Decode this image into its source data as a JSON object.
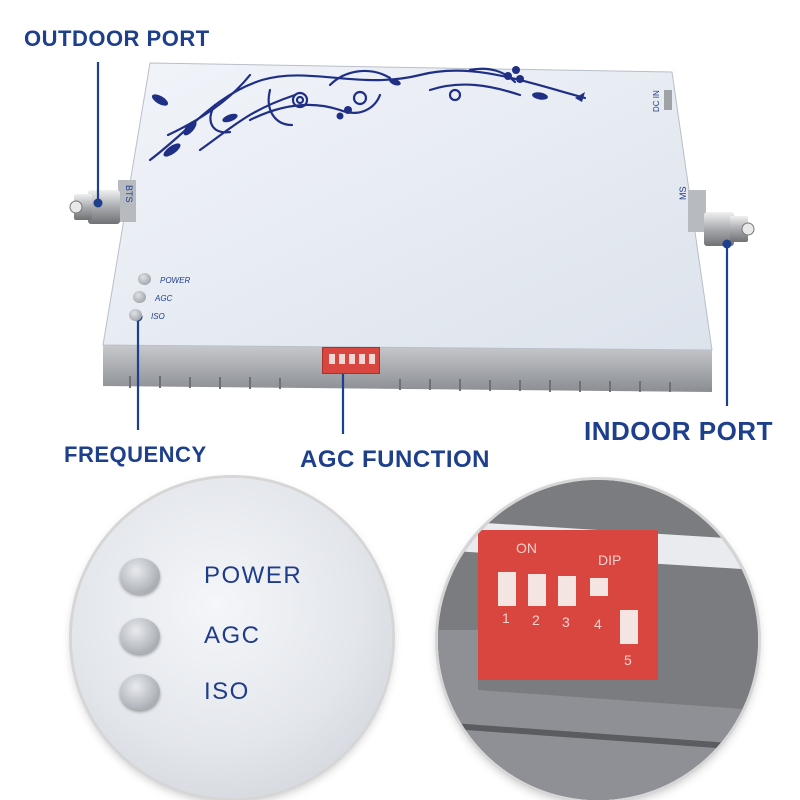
{
  "callouts": {
    "outdoor_port": "OUTDOOR PORT",
    "frequency": "FREQUENCY",
    "agc_function": "AGC FUNCTION",
    "indoor_port": "INDOOR PORT"
  },
  "device": {
    "port_left": "BTS",
    "port_right": "MS",
    "dc_in": "DC IN",
    "leds": [
      "POWER",
      "AGC",
      "ISO"
    ]
  },
  "dip_switch": {
    "on_label": "ON",
    "dip_label": "DIP",
    "numbers": [
      "1",
      "2",
      "3",
      "4",
      "5"
    ]
  },
  "colors": {
    "callout_text": "#1e3f8c",
    "panel": "#e6ebf2",
    "dip_switch": "#d9453f",
    "floral": "#1f2f86"
  }
}
